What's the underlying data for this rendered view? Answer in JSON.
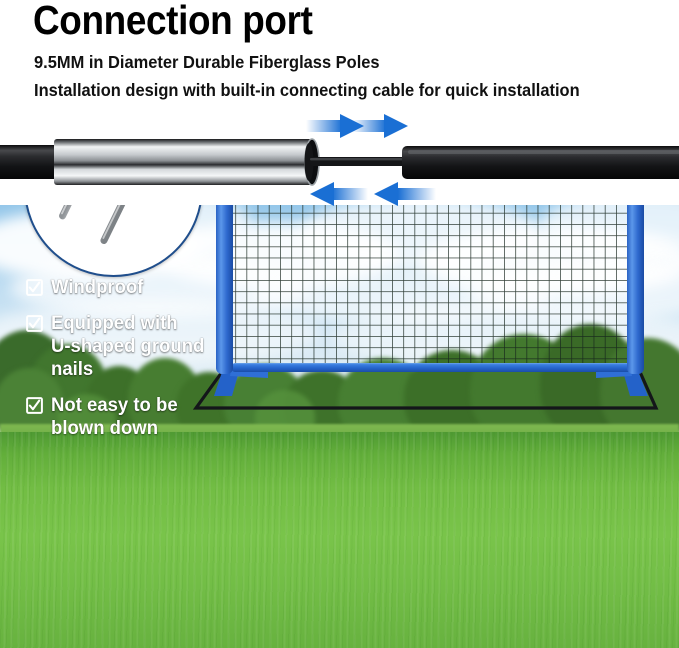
{
  "header": {
    "title": "Connection port",
    "subtitle_1": "9.5MM in Diameter Durable Fiberglass Poles",
    "subtitle_2": "Installation design with built-in connecting cable for quick installation"
  },
  "diagram": {
    "name": "pole-connector-diagram",
    "left_pole_label": "black-fiberglass-pole",
    "sleeve_label": "chrome-connector-sleeve",
    "cable_label": "built-in-connecting-cable",
    "right_pole_label": "black-fiberglass-pole",
    "arrows": [
      {
        "name": "arrow-right-upper-inner",
        "direction": "right"
      },
      {
        "name": "arrow-right-upper-outer",
        "direction": "right"
      },
      {
        "name": "arrow-left-lower-inner",
        "direction": "left"
      },
      {
        "name": "arrow-left-lower-outer",
        "direction": "left"
      }
    ]
  },
  "inset": {
    "name": "u-shaped-ground-nail-inset",
    "subject": "u-shaped-ground-nail"
  },
  "photo": {
    "name": "soccer-goal-product-photo",
    "subject": "portable-soccer-goal-with-net-on-grass-field"
  },
  "features": [
    {
      "icon": "checkbox-checked-icon",
      "label": "Windproof"
    },
    {
      "icon": "checkbox-checked-icon",
      "label": "Equipped with\nU-shaped ground\nnails"
    },
    {
      "icon": "checkbox-checked-icon",
      "label": "Not easy to be\nblown down"
    }
  ],
  "colors": {
    "arrow_blue": "#1a6fd4",
    "goal_frame_blue": "#2f6fd6",
    "inset_border_blue": "#1f4e8c",
    "grass_green": "#72bd44",
    "title_black": "#000000",
    "feature_text_white": "#ffffff",
    "net_dark": "#1c2b22"
  }
}
